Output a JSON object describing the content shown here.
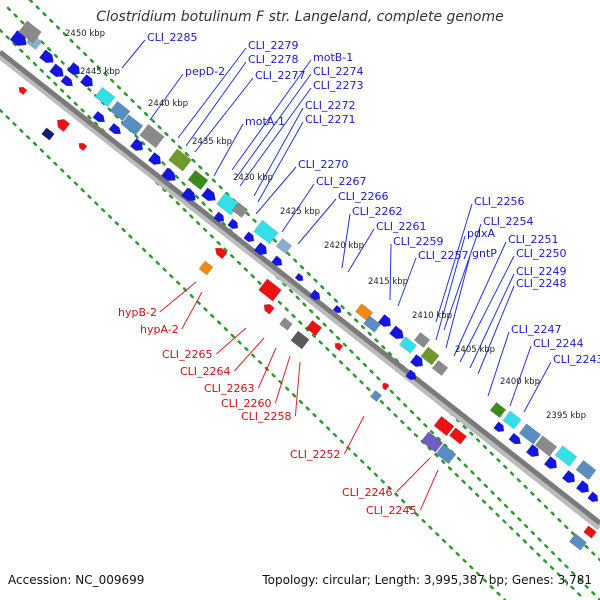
{
  "title": "Clostridium botulinum F str. Langeland, complete genome",
  "accession": "Accession: NC_009699",
  "summary": "Topology: circular; Length: 3,995,387 bp; Genes: 3,781",
  "colors": {
    "backbone": "#7a7a7a",
    "dots": "#2e9a2e",
    "forward_label": "#1a1acc",
    "reverse_label": "#cc1111",
    "leader_forward": "#2233dd",
    "leader_reverse": "#dd2222"
  },
  "kbp_ticks": [
    "2450 kbp",
    "2445 kbp",
    "2440 kbp",
    "2435 kbp",
    "2430 kbp",
    "2425 kbp",
    "2420 kbp",
    "2415 kbp",
    "2410 kbp",
    "2405 kbp",
    "2400 kbp",
    "2395 kbp"
  ],
  "forward_labels": [
    "CLI_2285",
    "CLI_2279",
    "CLI_2278",
    "pepD-2",
    "CLI_2277",
    "motB-1",
    "CLI_2274",
    "CLI_2273",
    "motA-1",
    "CLI_2272",
    "CLI_2271",
    "CLI_2270",
    "CLI_2267",
    "CLI_2266",
    "CLI_2262",
    "CLI_2261",
    "CLI_2259",
    "CLI_2257",
    "CLI_2256",
    "CLI_2254",
    "pdxA",
    "gntP",
    "CLI_2251",
    "CLI_2250",
    "CLI_2249",
    "CLI_2248",
    "CLI_2247",
    "CLI_2244",
    "CLI_2243"
  ],
  "reverse_labels": [
    "hypB-2",
    "hypA-2",
    "CLI_2265",
    "CLI_2264",
    "CLI_2263",
    "CLI_2260",
    "CLI_2258",
    "CLI_2252",
    "CLI_2246",
    "CLI_2245"
  ]
}
